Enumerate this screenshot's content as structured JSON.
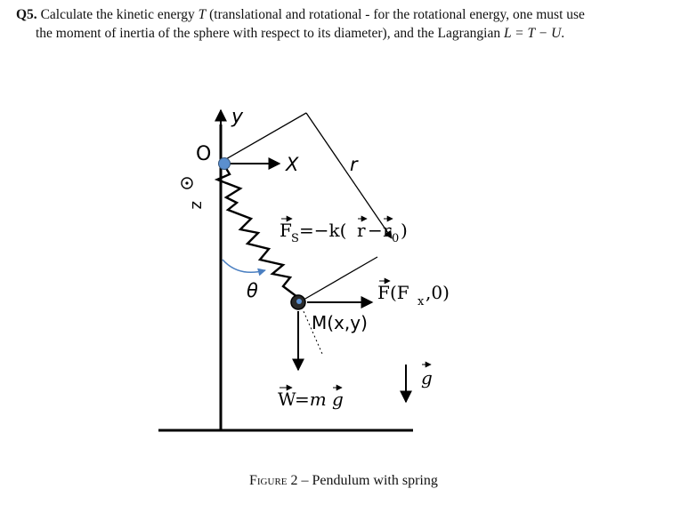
{
  "question": {
    "number": "Q5.",
    "line1_a": "Calculate the kinetic energy ",
    "line1_T": "T",
    "line1_b": " (translational and rotational - for the rotational energy, one must use",
    "line2_a": "the moment of inertia of the sphere with respect to its diameter), and the Lagrangian ",
    "line2_eq": "L = T − U",
    "line2_end": "."
  },
  "diagram": {
    "axis_y": "y",
    "axis_x": "X",
    "origin": "O",
    "length": "r",
    "spring_force": "F",
    "spring_force_sub": "S",
    "spring_force_eq": "=−k(",
    "spring_r": "r",
    "spring_minus": "−",
    "spring_r0": "r",
    "spring_r0_sub": "0",
    "spring_close": ")",
    "applied_force": "F",
    "applied_force_args": "(F",
    "applied_force_sub": "x",
    "applied_force_tail": ",0)",
    "angle": "θ",
    "mass_label": "M(x,y)",
    "weight_lhs": "W",
    "weight_rhs": "=m",
    "weight_g": "g",
    "gravity": "g",
    "z_axis": "z"
  },
  "caption": {
    "label": "Figure 2",
    "text": " – Pendulum with spring"
  },
  "colors": {
    "pivot": "#5b8fcf",
    "angle_arc": "#4a7fc1",
    "ink": "#000000"
  }
}
